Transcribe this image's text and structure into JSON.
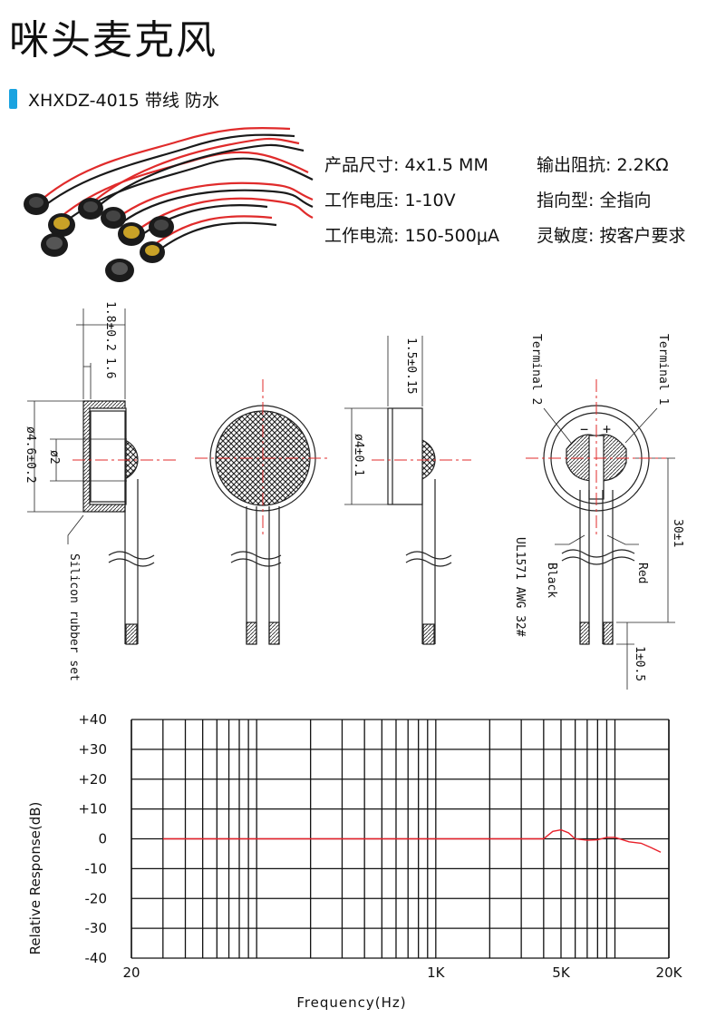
{
  "header": {
    "title": "咪头麦克风",
    "subtitle": "XHXDZ-4015 带线 防水",
    "accent_color": "#1aa3e0"
  },
  "specs": [
    {
      "label": "产品尺寸",
      "value": "4x1.5 MM"
    },
    {
      "label": "输出阻抗",
      "value": "2.2KΩ"
    },
    {
      "label": "工作电压",
      "value": "1-10V"
    },
    {
      "label": "指向型",
      "value": "全指向"
    },
    {
      "label": "工作电流",
      "value": "150-500μA"
    },
    {
      "label": "灵敏度",
      "value": "按客户要求"
    }
  ],
  "drawing": {
    "dim_top_left": "1.8±0.2",
    "dim_top_left_inner": "1.6",
    "dim_outer_dia": "ø4.6±0.2",
    "dim_inner_dia": "ø2",
    "silicon_label": "Silicon rubber set",
    "dim_top_mid": "1.5±0.15",
    "dim_dia": "ø4±0.1",
    "terminal2": "Terminal 2",
    "terminal1": "Terminal 1",
    "plus": "+",
    "minus": "−",
    "cable_spec": "UL1571 AWG 32#",
    "black": "Black",
    "red": "Red",
    "dim_len": "30±1",
    "dim_strip": "1±0.5"
  },
  "chart_data": {
    "type": "line",
    "ylabel": "Relative Response(dB)",
    "xlabel": "Frequency(Hz)",
    "x_scale": "log",
    "xlim": [
      20,
      20000
    ],
    "ylim": [
      -40,
      40
    ],
    "y_tick_labels": [
      "+40",
      "+30",
      "+20",
      "+10",
      "0",
      "-10",
      "-20",
      "-30",
      "-40"
    ],
    "y_tick_values": [
      40,
      30,
      20,
      10,
      0,
      -10,
      -20,
      -30,
      -40
    ],
    "x_tick_labels": [
      "20",
      "1K",
      "5K",
      "20K"
    ],
    "x_tick_values": [
      20,
      1000,
      5000,
      20000
    ],
    "grid": true,
    "series": [
      {
        "color": "#e8202a",
        "x": [
          30,
          100,
          500,
          1000,
          3000,
          4000,
          4500,
          5000,
          5500,
          6000,
          7000,
          8000,
          9000,
          10000,
          12000,
          14000,
          16000,
          18000
        ],
        "y": [
          0,
          0,
          0,
          0,
          0,
          0,
          2.5,
          3,
          2,
          0,
          -0.5,
          -0.3,
          0.5,
          0.5,
          -1,
          -1.5,
          -3,
          -4.5
        ]
      }
    ]
  }
}
